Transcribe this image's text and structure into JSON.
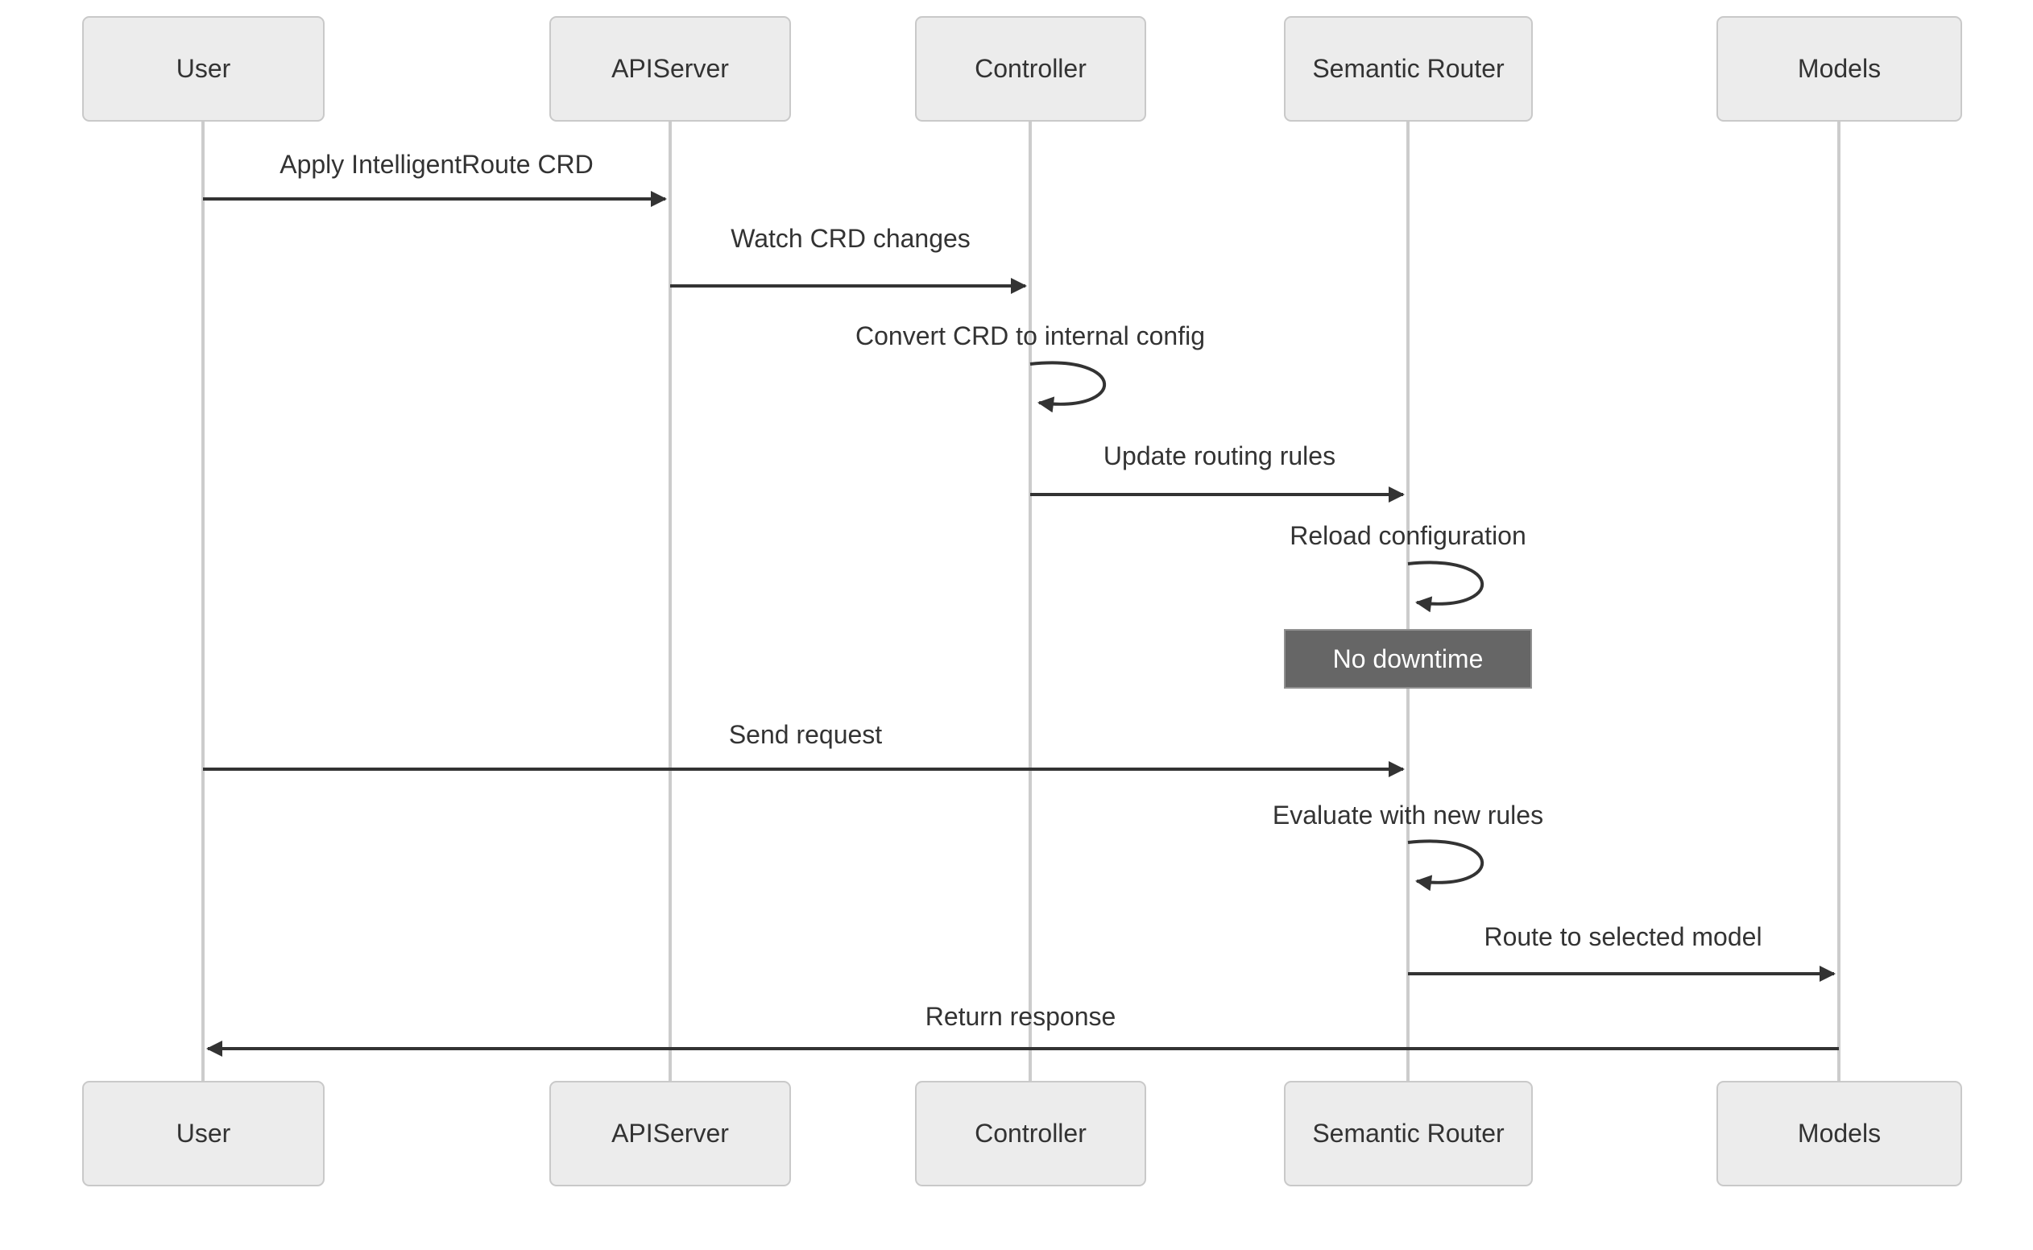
{
  "diagram": {
    "type": "sequence",
    "actors": [
      "User",
      "APIServer",
      "Controller",
      "Semantic Router",
      "Models"
    ],
    "messages": [
      {
        "from": "User",
        "to": "APIServer",
        "label": "Apply IntelligentRoute CRD",
        "kind": "solid-arrow"
      },
      {
        "from": "APIServer",
        "to": "Controller",
        "label": "Watch CRD changes",
        "kind": "solid-arrow"
      },
      {
        "from": "Controller",
        "to": "Controller",
        "label": "Convert CRD to internal config",
        "kind": "self-loop"
      },
      {
        "from": "Controller",
        "to": "Semantic Router",
        "label": "Update routing rules",
        "kind": "solid-arrow"
      },
      {
        "from": "Semantic Router",
        "to": "Semantic Router",
        "label": "Reload configuration",
        "kind": "self-loop"
      },
      {
        "from": "User",
        "to": "Semantic Router",
        "label": "Send request",
        "kind": "solid-arrow"
      },
      {
        "from": "Semantic Router",
        "to": "Semantic Router",
        "label": "Evaluate with new rules",
        "kind": "self-loop"
      },
      {
        "from": "Semantic Router",
        "to": "Models",
        "label": "Route to selected model",
        "kind": "solid-arrow"
      },
      {
        "from": "Models",
        "to": "User",
        "label": "Return response",
        "kind": "solid-arrow"
      }
    ],
    "note": {
      "text": "No downtime",
      "over": "Semantic Router"
    },
    "colors": {
      "background": "#ffffff",
      "actor_fill": "#ececec",
      "actor_border": "#c9c9c9",
      "actor_text": "#333333",
      "lifeline": "#cccccc",
      "arrow": "#333333",
      "message_text": "#333333",
      "note_fill": "#666666",
      "note_border": "#919191",
      "note_text": "#ffffff"
    }
  }
}
